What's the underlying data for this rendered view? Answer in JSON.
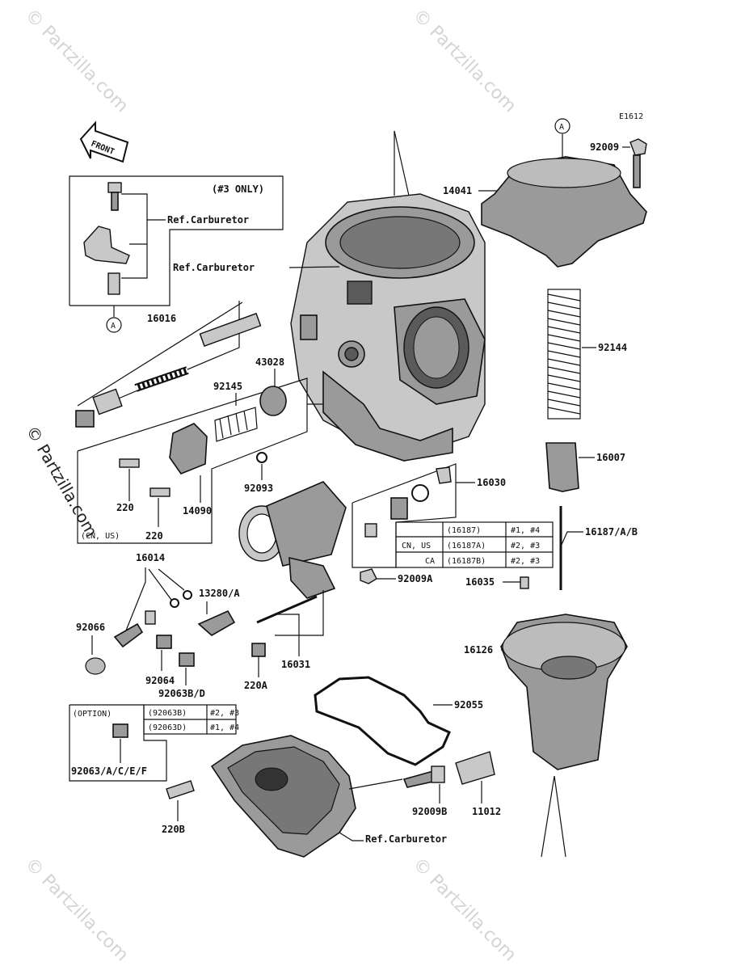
{
  "diagram_code": "E1612",
  "front_label": "FRONT",
  "watermark": "© Partzilla.com",
  "refs": {
    "carb_top": "Ref.Carburetor",
    "carb_mid": "Ref.Carburetor",
    "carb_bottom": "Ref.Carburetor"
  },
  "callouts": {
    "a_top": "A",
    "a_left": "A",
    "p92009": "92009",
    "p14041": "14041",
    "p92144": "92144",
    "p16007": "16007",
    "p16187": "16187/A/B",
    "p16035": "16035",
    "p16126": "16126",
    "p16030": "16030",
    "p92009A": "92009A",
    "p16016": "16016",
    "p43028": "43028",
    "p92145": "92145",
    "p92093": "92093",
    "p220a": "220",
    "p220b": "220",
    "p14090": "14090",
    "p16014": "16014",
    "p13280": "13280/A",
    "p92066": "92066",
    "p92064": "92064",
    "p92063BD": "92063B/D",
    "p220A": "220A",
    "p16031": "16031",
    "p92055": "92055",
    "p92063ACEF": "92063/A/C/E/F",
    "p220B": "220B",
    "p92009B": "92009B",
    "p11012": "11012"
  },
  "notes": {
    "three_only": "(#3 ONLY)",
    "cn_us": "(CN, US)",
    "option": "(OPTION)"
  },
  "table_16187": [
    {
      "market": "",
      "part": "(16187)",
      "cyl": "#1, #4"
    },
    {
      "market": "CN, US",
      "part": "(16187A)",
      "cyl": "#2, #3"
    },
    {
      "market": "CA",
      "part": "(16187B)",
      "cyl": "#2, #3"
    }
  ],
  "table_92063": [
    {
      "part": "(92063B)",
      "cyl": "#2, #3"
    },
    {
      "part": "(92063D)",
      "cyl": "#1, #4"
    }
  ]
}
